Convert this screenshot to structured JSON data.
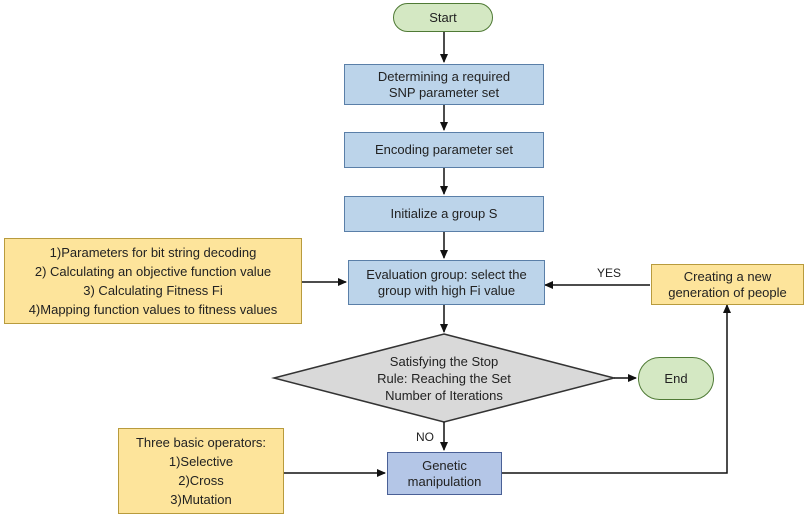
{
  "nodes": {
    "start": {
      "lines": [
        "Start"
      ]
    },
    "determine": {
      "lines": [
        "Determining a required",
        "SNP parameter set"
      ]
    },
    "encode": {
      "lines": [
        "Encoding parameter set"
      ]
    },
    "init": {
      "lines": [
        "Initialize a group S"
      ]
    },
    "evaluate": {
      "lines": [
        "Evaluation group: select the",
        "group with high Fi value"
      ]
    },
    "decision": {
      "lines": [
        "Satisfying the Stop",
        "Rule: Reaching the Set",
        "Number of Iterations"
      ]
    },
    "end": {
      "lines": [
        "End"
      ]
    },
    "genetic": {
      "lines": [
        "Genetic",
        "manipulation"
      ]
    },
    "new_gen": {
      "lines": [
        "Creating a new",
        "generation of people"
      ]
    },
    "eval_notes": {
      "lines": [
        "1)Parameters for bit string decoding",
        "2) Calculating an objective function value",
        "3) Calculating Fitness Fi",
        "4)Mapping function values to fitness values"
      ]
    },
    "operators": {
      "lines": [
        "Three basic operators:",
        "1)Selective",
        "2)Cross",
        "3)Mutation"
      ]
    }
  },
  "edge_labels": {
    "yes": "YES",
    "no": "NO"
  }
}
